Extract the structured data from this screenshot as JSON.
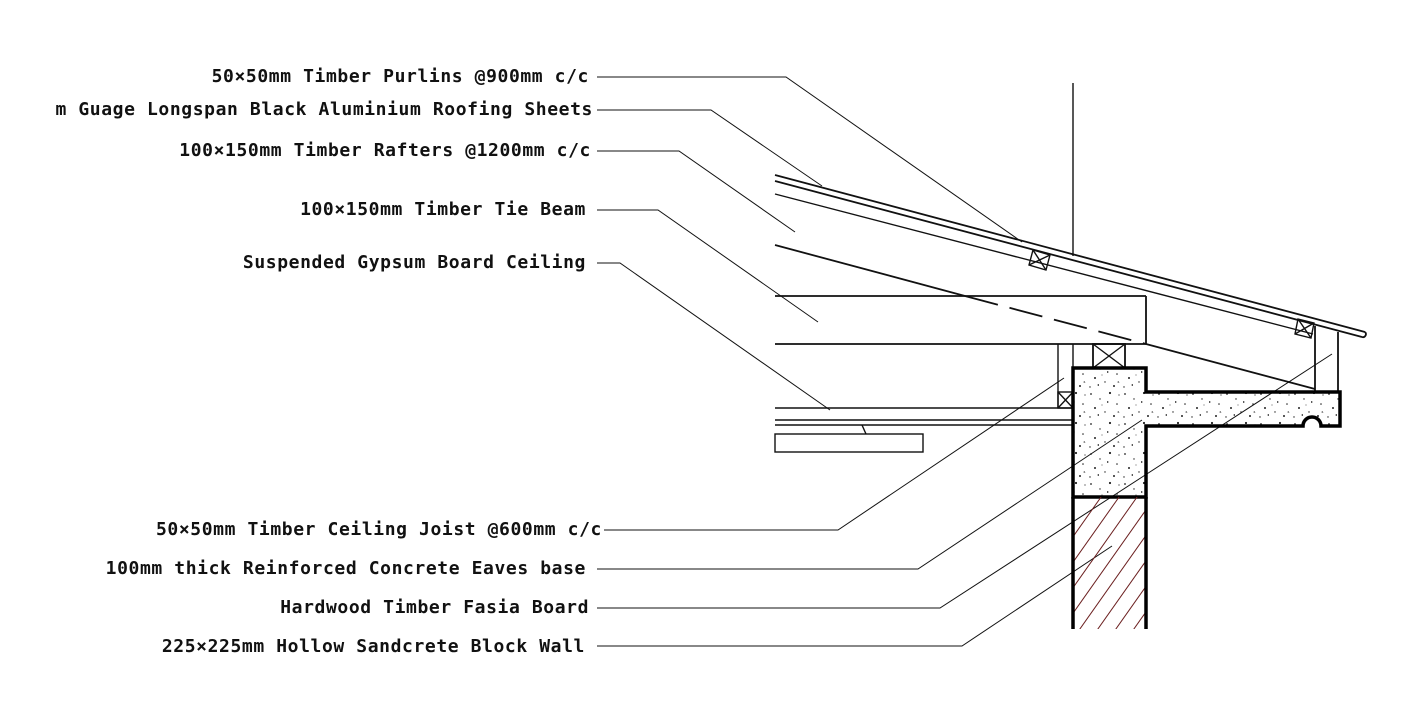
{
  "labels": {
    "purlins": "50×50mm Timber Purlins @900mm c/c",
    "roofing": "m Guage Longspan Black Aluminium Roofing Sheets",
    "rafters": "100×150mm Timber Rafters @1200mm c/c",
    "tie_beam": "100×150mm Timber Tie Beam",
    "ceiling": "Suspended Gypsum Board Ceiling",
    "ceiling_joist": "50×50mm Timber Ceiling Joist @600mm c/c",
    "eaves_base": "100mm thick Reinforced Concrete Eaves base",
    "fascia": "Hardwood Timber Fasia Board",
    "block_wall": "225×225mm Hollow Sandcrete Block Wall"
  },
  "colors": {
    "line": "#111111",
    "hatch": "#6b1f1f",
    "background": "#ffffff"
  }
}
